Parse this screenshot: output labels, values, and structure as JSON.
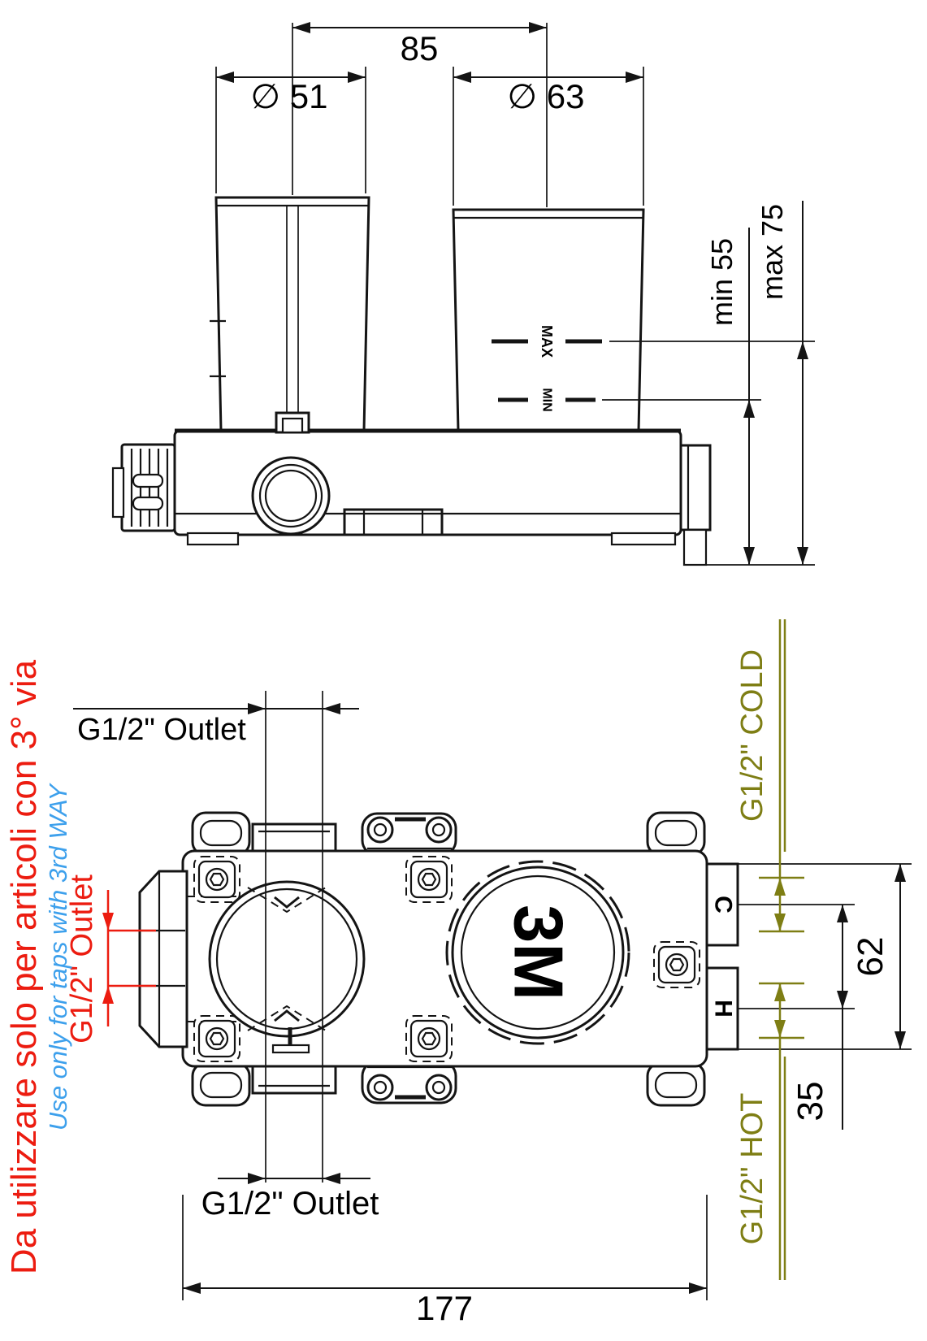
{
  "drawing": {
    "colors": {
      "line": "#141414",
      "red": "#ec1c10",
      "blue": "#3da0ec",
      "olive": "#7e7e14"
    },
    "top_view": {
      "dim_spacing": "85",
      "dim_dia_left": "∅ 51",
      "dim_dia_right": "∅ 63",
      "dim_min_depth": "min 55",
      "dim_max_depth": "max 75",
      "label_max": "MAX",
      "label_min": "MIN"
    },
    "bottom_view": {
      "outlet_top": "G1/2\" Outlet",
      "outlet_bottom": "G1/2\" Outlet",
      "outlet_red": "G1/2\" Outlet",
      "cold_label": "G1/2\" COLD",
      "hot_label": "G1/2\" HOT",
      "cold_port_letter": "C",
      "hot_port_letter": "H",
      "logo": "3M",
      "dim_conn_span": "62",
      "dim_conn_offset": "35",
      "dim_width": "177",
      "note_italian": "Da utilizzare solo per articoli con 3° via",
      "note_english": "Use only for taps with 3rd WAY"
    }
  }
}
